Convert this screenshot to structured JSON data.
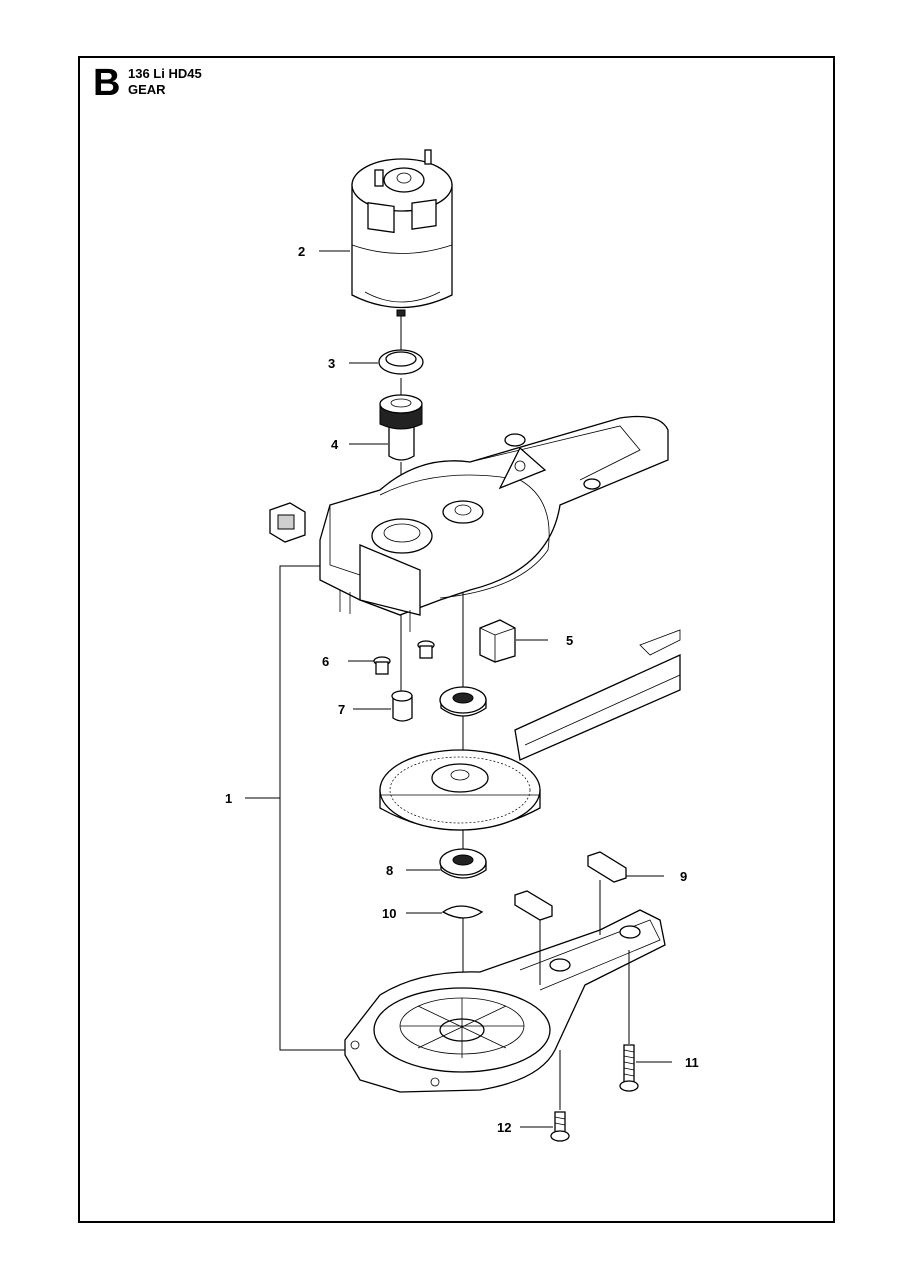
{
  "header": {
    "section_letter": "B",
    "model": "136 Li HD45",
    "title": "GEAR"
  },
  "callouts": [
    "1",
    "2",
    "3",
    "4",
    "5",
    "6",
    "7",
    "8",
    "9",
    "10",
    "11",
    "12"
  ]
}
